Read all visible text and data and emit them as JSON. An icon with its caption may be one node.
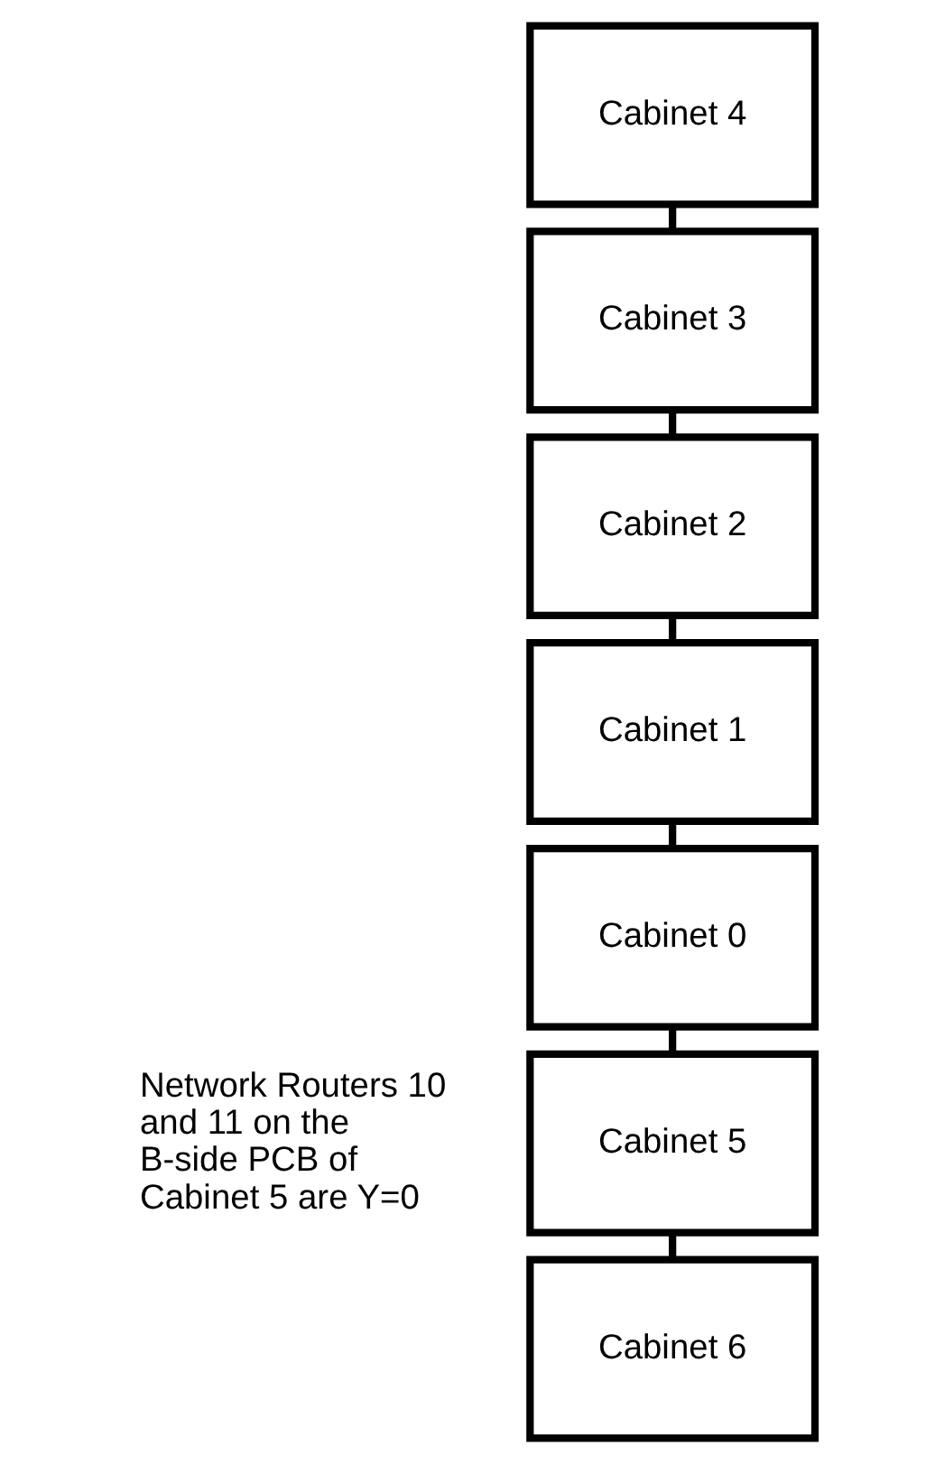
{
  "diagram": {
    "nodes": [
      {
        "text": [
          "Cabinet 4"
        ]
      },
      {
        "text": [
          "Cabinet 3"
        ]
      },
      {
        "text": [
          "Cabinet 2"
        ]
      },
      {
        "text": [
          "Cabinet 1"
        ]
      },
      {
        "text": [
          "Cabinet 0"
        ]
      },
      {
        "text": [
          "Cabinet 5"
        ],
        "beside": [
          "Network Routers 10 and 11 on the B-side PCB of Cabinet 5 are Y=0"
        ]
      },
      {
        "text": [
          "Cabinet 6"
        ]
      }
    ],
    "edges": [
      {
        "from": 0,
        "to": 1,
        "arrow": "none"
      },
      {
        "from": 1,
        "to": 2,
        "arrow": "none"
      },
      {
        "from": 2,
        "to": 3,
        "arrow": "none"
      },
      {
        "from": 3,
        "to": 4,
        "arrow": "none"
      },
      {
        "from": 4,
        "to": 5,
        "arrow": "none"
      },
      {
        "from": 5,
        "to": 6,
        "arrow": "none"
      }
    ]
  }
}
